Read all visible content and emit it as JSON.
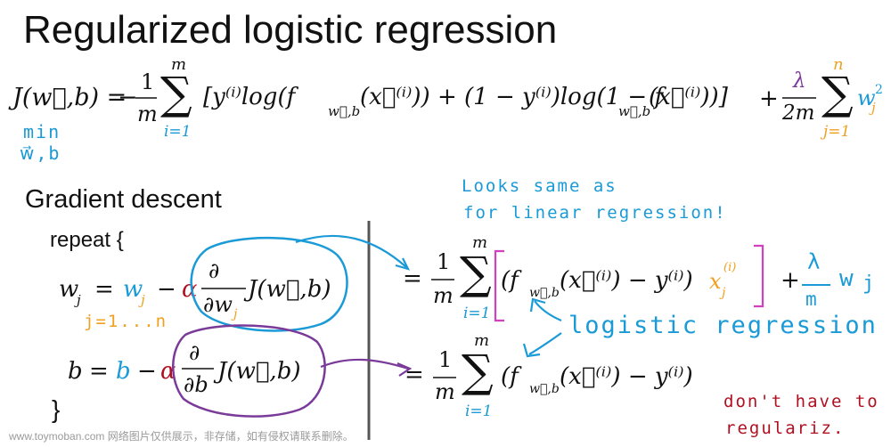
{
  "slide": {
    "title": "Regularized logistic regression",
    "cost": {
      "lhs": "J(w⃗,b) =",
      "minus_frac": "−",
      "one": "1",
      "m": "m",
      "sum_top": "m",
      "sum_bottom": "i=1",
      "bracket_body": "[y⁽ⁱ⁾log(f",
      "f_sub": "w⃗,b",
      "x_arg": "(x⃗⁽ⁱ⁾)) + (1 − y⁽ⁱ⁾)log(1 − f",
      "f_sub2": "w⃗,b",
      "x_arg2": "(x⃗⁽ⁱ⁾))]",
      "plus": "+",
      "lambda": "λ",
      "two_m": "2m",
      "reg_sum_top": "n",
      "reg_sum_bottom": "j=1",
      "reg_term": "w",
      "reg_sub": "j",
      "reg_sup": "2",
      "min_note_1": "min",
      "min_note_2": "w⃗,b"
    },
    "gradient": {
      "heading": "Gradient descent",
      "repeat": "repeat {",
      "close": "}",
      "w_lhs": "w",
      "w_lhs_sub": "j",
      "eq": "=",
      "w_rhs": "w",
      "w_rhs_sub": "j",
      "minus": "−",
      "alpha": "α",
      "partial": "∂",
      "dw": "∂w",
      "dw_sub": "j",
      "J": "J(w⃗,b)",
      "j_range": "j=1...n",
      "b_lhs": "b",
      "b_rhs": "b",
      "db": "∂b"
    },
    "right": {
      "eq1": "=",
      "one": "1",
      "m": "m",
      "sum_top": "m",
      "sum_bottom": "i=1",
      "body1": "(f",
      "f_sub": "w⃗,b",
      "arg1": "(x⃗⁽ⁱ⁾) − y⁽ⁱ⁾)",
      "x_j": "x",
      "x_j_sup": "(i)",
      "x_j_sub": "j",
      "plus": "+",
      "lambda": "λ",
      "m2": "m",
      "w_j": "w",
      "w_j_sub": "j",
      "eq2": "=",
      "body2": "(f",
      "arg2": "(x⃗⁽ⁱ⁾) − y⁽ⁱ⁾)"
    },
    "notes": {
      "looks_same_1": "Looks same as",
      "looks_same_2": "for linear regression!",
      "logistic": "logistic regression",
      "dont_1": "don't have to",
      "dont_2": "regulariz."
    },
    "watermark": "www.toymoban.com 网络图片仅供展示，非存储，如有侵权请联系删除。"
  },
  "colors": {
    "text": "#111111",
    "blue": "#1a9ad6",
    "orange": "#f0a020",
    "purple": "#7a3a9a",
    "red": "#b01020",
    "magenta": "#d040c0",
    "watermark": "#9a9a9a"
  }
}
